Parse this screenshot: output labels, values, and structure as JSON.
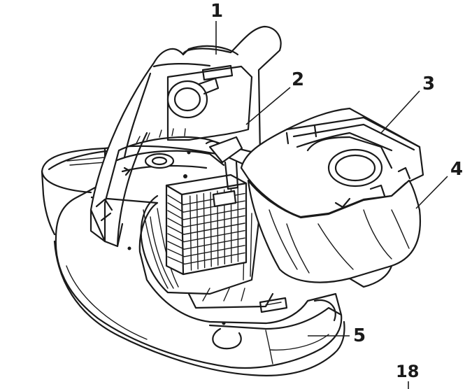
{
  "callouts": [
    {
      "id": "1",
      "label": "1"
    },
    {
      "id": "2",
      "label": "2"
    },
    {
      "id": "3",
      "label": "3"
    },
    {
      "id": "4",
      "label": "4"
    },
    {
      "id": "5",
      "label": "5"
    }
  ],
  "page_number": "18",
  "colors": {
    "line": "#1a1a1a",
    "background": "#ffffff"
  }
}
